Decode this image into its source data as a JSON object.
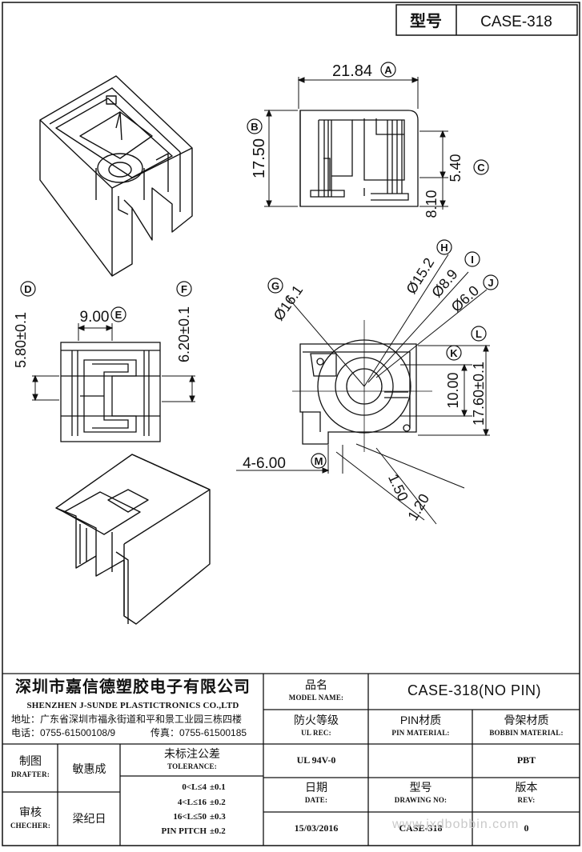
{
  "header": {
    "model_label": "型号",
    "model_value": "CASE-318"
  },
  "dimensions": {
    "width_top": "21.84",
    "height_side": "17.50",
    "d_5_40": "5.40",
    "d_8_10": "8.10",
    "d_9_00": "9.00",
    "d_5_80": "5.80±0.1",
    "d_6_20": "6.20±0.1",
    "phi_16_1": "Ø16.1",
    "phi_15_2": "Ø15.2",
    "phi_8_9": "Ø8.9",
    "phi_6_0": "Ø6.0",
    "d_10_00": "10.00",
    "d_17_60": "17.60±0.1",
    "d_4_6_00": "4-6.00",
    "d_1_50": "1.50",
    "d_1_20": "1.20"
  },
  "callouts": [
    "A",
    "B",
    "C",
    "D",
    "E",
    "F",
    "G",
    "H",
    "I",
    "J",
    "K",
    "L",
    "M"
  ],
  "title_block": {
    "company_cn": "深圳市嘉信德塑胶电子有限公司",
    "company_en": "SHENZHEN J-SUNDE PLASTICTRONICS CO.,LTD",
    "address": "地址：广东省深圳市福永街道和平和景工业园三栋四楼",
    "phone": "电话：0755-61500108/9",
    "fax": "传真：0755-61500185",
    "model_name_cn": "品名",
    "model_name_en": "MODEL NAME:",
    "model_name_value": "CASE-318(NO PIN)",
    "ul_cn": "防火等级",
    "ul_en": "UL REC:",
    "ul_value": "UL 94V-0",
    "pin_cn": "PIN材质",
    "pin_en": "PIN MATERIAL:",
    "pin_value": "",
    "bobbin_cn": "骨架材质",
    "bobbin_en": "BOBBIN MATERIAL:",
    "bobbin_value": "PBT",
    "drafter_cn": "制图",
    "drafter_en": "DRAFTER:",
    "drafter_name": "敏惠成",
    "checker_cn": "审核",
    "checker_en": "CHECHER:",
    "checker_name": "梁纪日",
    "tolerance_cn": "未标注公差",
    "tolerance_en": "TOLERANCE:",
    "tolerance_rows": [
      {
        "range": "0<L≤4",
        "value": "±0.1"
      },
      {
        "range": "4<L≤16",
        "value": "±0.2"
      },
      {
        "range": "16<L≤50",
        "value": "±0.3"
      },
      {
        "range": "PIN PITCH",
        "value": "±0.2"
      }
    ],
    "date_cn": "日期",
    "date_en": "DATE:",
    "date_value": "15/03/2016",
    "drawing_cn": "型号",
    "drawing_en": "DRAWING NO:",
    "drawing_value": "CASE-318",
    "rev_cn": "版本",
    "rev_en": "REV:",
    "rev_value": "0"
  },
  "watermark": "www.jxdbobbin.com"
}
